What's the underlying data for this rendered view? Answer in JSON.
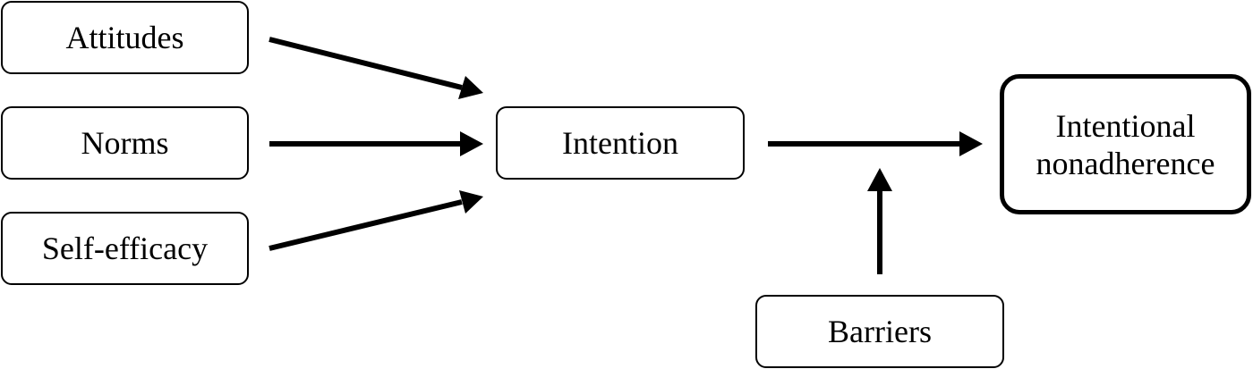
{
  "nodes": {
    "attitudes": "Attitudes",
    "norms": "Norms",
    "self_efficacy": "Self-efficacy",
    "intention": "Intention",
    "outcome_line1": "Intentional",
    "outcome_line2": "nonadherence",
    "barriers": "Barriers"
  },
  "colors": {
    "stroke": "#000000",
    "background": "#ffffff"
  }
}
